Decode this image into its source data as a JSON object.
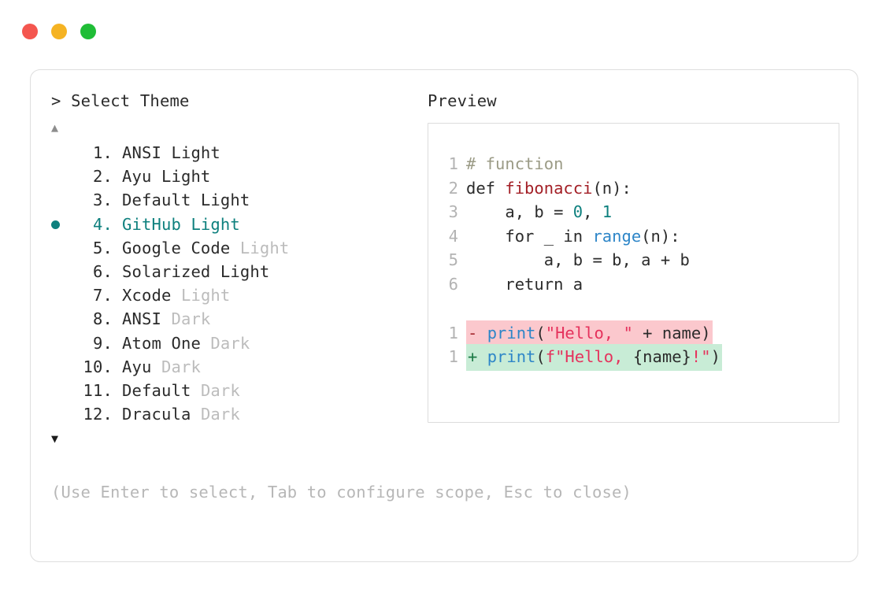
{
  "window": {
    "traffic_lights": [
      {
        "name": "close",
        "color": "#f4564f"
      },
      {
        "name": "minimize",
        "color": "#f5b323"
      },
      {
        "name": "maximize",
        "color": "#1fbd36"
      }
    ]
  },
  "panel": {
    "prompt_symbol": ">",
    "left_title": "> Select Theme",
    "right_title": "Preview",
    "scroll_up_glyph": "▲",
    "scroll_down_glyph": "▼",
    "selected_bullet_glyph": "●",
    "accent_color": "#0e807e",
    "muted_color": "#bcbcbc"
  },
  "themes": {
    "selected_index": 4,
    "items": [
      {
        "index": "1.",
        "name": "ANSI Light",
        "variant": "",
        "variant_style": "inline",
        "selected": false
      },
      {
        "index": "2.",
        "name": "Ayu Light",
        "variant": "",
        "variant_style": "inline",
        "selected": false
      },
      {
        "index": "3.",
        "name": "Default Light",
        "variant": "",
        "variant_style": "inline",
        "selected": false
      },
      {
        "index": "4.",
        "name": "GitHub Light",
        "variant": "",
        "variant_style": "inline",
        "selected": true
      },
      {
        "index": "5.",
        "name": "Google Code",
        "variant": "Light",
        "variant_style": "muted",
        "selected": false
      },
      {
        "index": "6.",
        "name": "Solarized Light",
        "variant": "",
        "variant_style": "inline",
        "selected": false
      },
      {
        "index": "7.",
        "name": "Xcode",
        "variant": "Light",
        "variant_style": "muted",
        "selected": false
      },
      {
        "index": "8.",
        "name": "ANSI",
        "variant": "Dark",
        "variant_style": "muted",
        "selected": false
      },
      {
        "index": "9.",
        "name": "Atom One",
        "variant": "Dark",
        "variant_style": "muted",
        "selected": false
      },
      {
        "index": "10.",
        "name": "Ayu",
        "variant": "Dark",
        "variant_style": "muted",
        "selected": false
      },
      {
        "index": "11.",
        "name": "Default",
        "variant": "Dark",
        "variant_style": "muted",
        "selected": false
      },
      {
        "index": "12.",
        "name": "Dracula",
        "variant": "Dark",
        "variant_style": "muted",
        "selected": false
      }
    ]
  },
  "preview": {
    "lines": [
      {
        "no": "1",
        "tokens": [
          {
            "t": "# function",
            "c": "comment"
          }
        ]
      },
      {
        "no": "2",
        "tokens": [
          {
            "t": "def ",
            "c": "kw"
          },
          {
            "t": "fibonacci",
            "c": "fn"
          },
          {
            "t": "(n):",
            "c": "punc"
          }
        ]
      },
      {
        "no": "3",
        "tokens": [
          {
            "t": "    a, b = ",
            "c": "plain"
          },
          {
            "t": "0",
            "c": "num"
          },
          {
            "t": ", ",
            "c": "plain"
          },
          {
            "t": "1",
            "c": "num"
          }
        ]
      },
      {
        "no": "4",
        "tokens": [
          {
            "t": "    for _ in ",
            "c": "plain"
          },
          {
            "t": "range",
            "c": "builtin"
          },
          {
            "t": "(n):",
            "c": "punc"
          }
        ]
      },
      {
        "no": "5",
        "tokens": [
          {
            "t": "        a, b = b, a + b",
            "c": "plain"
          }
        ]
      },
      {
        "no": "6",
        "tokens": [
          {
            "t": "    return a",
            "c": "plain"
          }
        ]
      }
    ],
    "diff": [
      {
        "no": "1",
        "kind": "del",
        "sign": "-",
        "bg": "#fbc8cd",
        "tokens": [
          {
            "t": "print",
            "c": "builtin"
          },
          {
            "t": "(",
            "c": "punc"
          },
          {
            "t": "\"Hello, \"",
            "c": "str"
          },
          {
            "t": " + name)",
            "c": "plain"
          }
        ]
      },
      {
        "no": "1",
        "kind": "add",
        "sign": "+",
        "bg": "#c8ecd6",
        "tokens": [
          {
            "t": "print",
            "c": "builtin"
          },
          {
            "t": "(",
            "c": "punc"
          },
          {
            "t": "f\"Hello, ",
            "c": "str"
          },
          {
            "t": "{name}",
            "c": "plain"
          },
          {
            "t": "!\"",
            "c": "str"
          },
          {
            "t": ")",
            "c": "punc"
          }
        ]
      }
    ]
  },
  "footer": {
    "hint": "(Use Enter to select, Tab to configure scope, Esc to close)"
  }
}
